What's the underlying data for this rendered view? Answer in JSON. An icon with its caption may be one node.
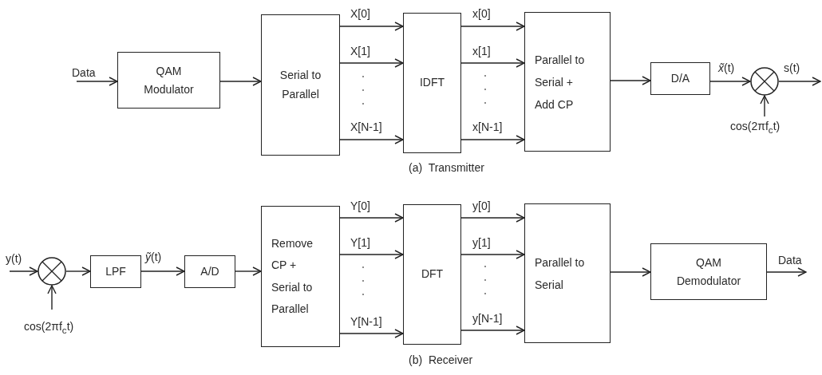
{
  "diagram": {
    "nodes": [
      {
        "text": [
          "QAM Modulator"
        ]
      },
      {
        "text": [
          "Serial to Parallel"
        ]
      },
      {
        "text": [
          "IDFT"
        ]
      },
      {
        "text": [
          "Parallel to Serial + Add CP"
        ]
      },
      {
        "text": [
          "D/A"
        ]
      },
      {
        "text": [],
        "shape": "circle"
      },
      {
        "text": [],
        "shape": "circle"
      },
      {
        "text": [
          "LPF"
        ]
      },
      {
        "text": [
          "A/D"
        ]
      },
      {
        "text": [
          "Remove CP + Serial to Parallel"
        ]
      },
      {
        "text": [
          "DFT"
        ]
      },
      {
        "text": [
          "Parallel to Serial"
        ]
      },
      {
        "text": [
          "QAM Demodulator"
        ]
      }
    ],
    "edges": [
      {
        "from": null,
        "to": 0,
        "arrow": "to",
        "label": "Data"
      },
      {
        "from": 0,
        "to": 1,
        "arrow": "to"
      },
      {
        "from": 1,
        "to": 2,
        "arrow": "to",
        "label": "X[0]"
      },
      {
        "from": 1,
        "to": 2,
        "arrow": "to",
        "label": "X[1]"
      },
      {
        "from": 1,
        "to": 2,
        "arrow": "to",
        "label": "X[N-1]"
      },
      {
        "from": 2,
        "to": 3,
        "arrow": "to",
        "label": "x[0]"
      },
      {
        "from": 2,
        "to": 3,
        "arrow": "to",
        "label": "x[1]"
      },
      {
        "from": 2,
        "to": 3,
        "arrow": "to",
        "label": "x[N-1]"
      },
      {
        "from": 3,
        "to": 4,
        "arrow": "to"
      },
      {
        "from": 4,
        "to": 5,
        "arrow": "to",
        "label": "*x̃*(t)"
      },
      {
        "from": 5,
        "to": null,
        "arrow": "to",
        "label": "s(t)"
      },
      {
        "from": null,
        "to": 5,
        "arrow": "to",
        "label": "cos(2πf$_{c}$t)"
      },
      {
        "from": null,
        "to": 6,
        "arrow": "to",
        "label": "y(t)"
      },
      {
        "from": null,
        "to": 6,
        "arrow": "to",
        "label": "cos(2πf$_{c}$t)"
      },
      {
        "from": 6,
        "to": 7,
        "arrow": "to"
      },
      {
        "from": 7,
        "to": 8,
        "arrow": "to",
        "label": "*ỹ*(t)"
      },
      {
        "from": 8,
        "to": 9,
        "arrow": "to"
      },
      {
        "from": 9,
        "to": 10,
        "arrow": "to",
        "label": "Y[0]"
      },
      {
        "from": 9,
        "to": 10,
        "arrow": "to",
        "label": "Y[1]"
      },
      {
        "from": 9,
        "to": 10,
        "arrow": "to",
        "label": "Y[N-1]"
      },
      {
        "from": 10,
        "to": 11,
        "arrow": "to",
        "label": "y[0]"
      },
      {
        "from": 10,
        "to": 11,
        "arrow": "to",
        "label": "y[1]"
      },
      {
        "from": 10,
        "to": 11,
        "arrow": "to",
        "label": "y[N-1]"
      },
      {
        "from": 11,
        "to": 12,
        "arrow": "to"
      },
      {
        "from": 12,
        "to": null,
        "arrow": "to",
        "label": "Data"
      }
    ],
    "labels": [
      "(a)  Transmitter",
      "(b)  Receiver"
    ]
  }
}
